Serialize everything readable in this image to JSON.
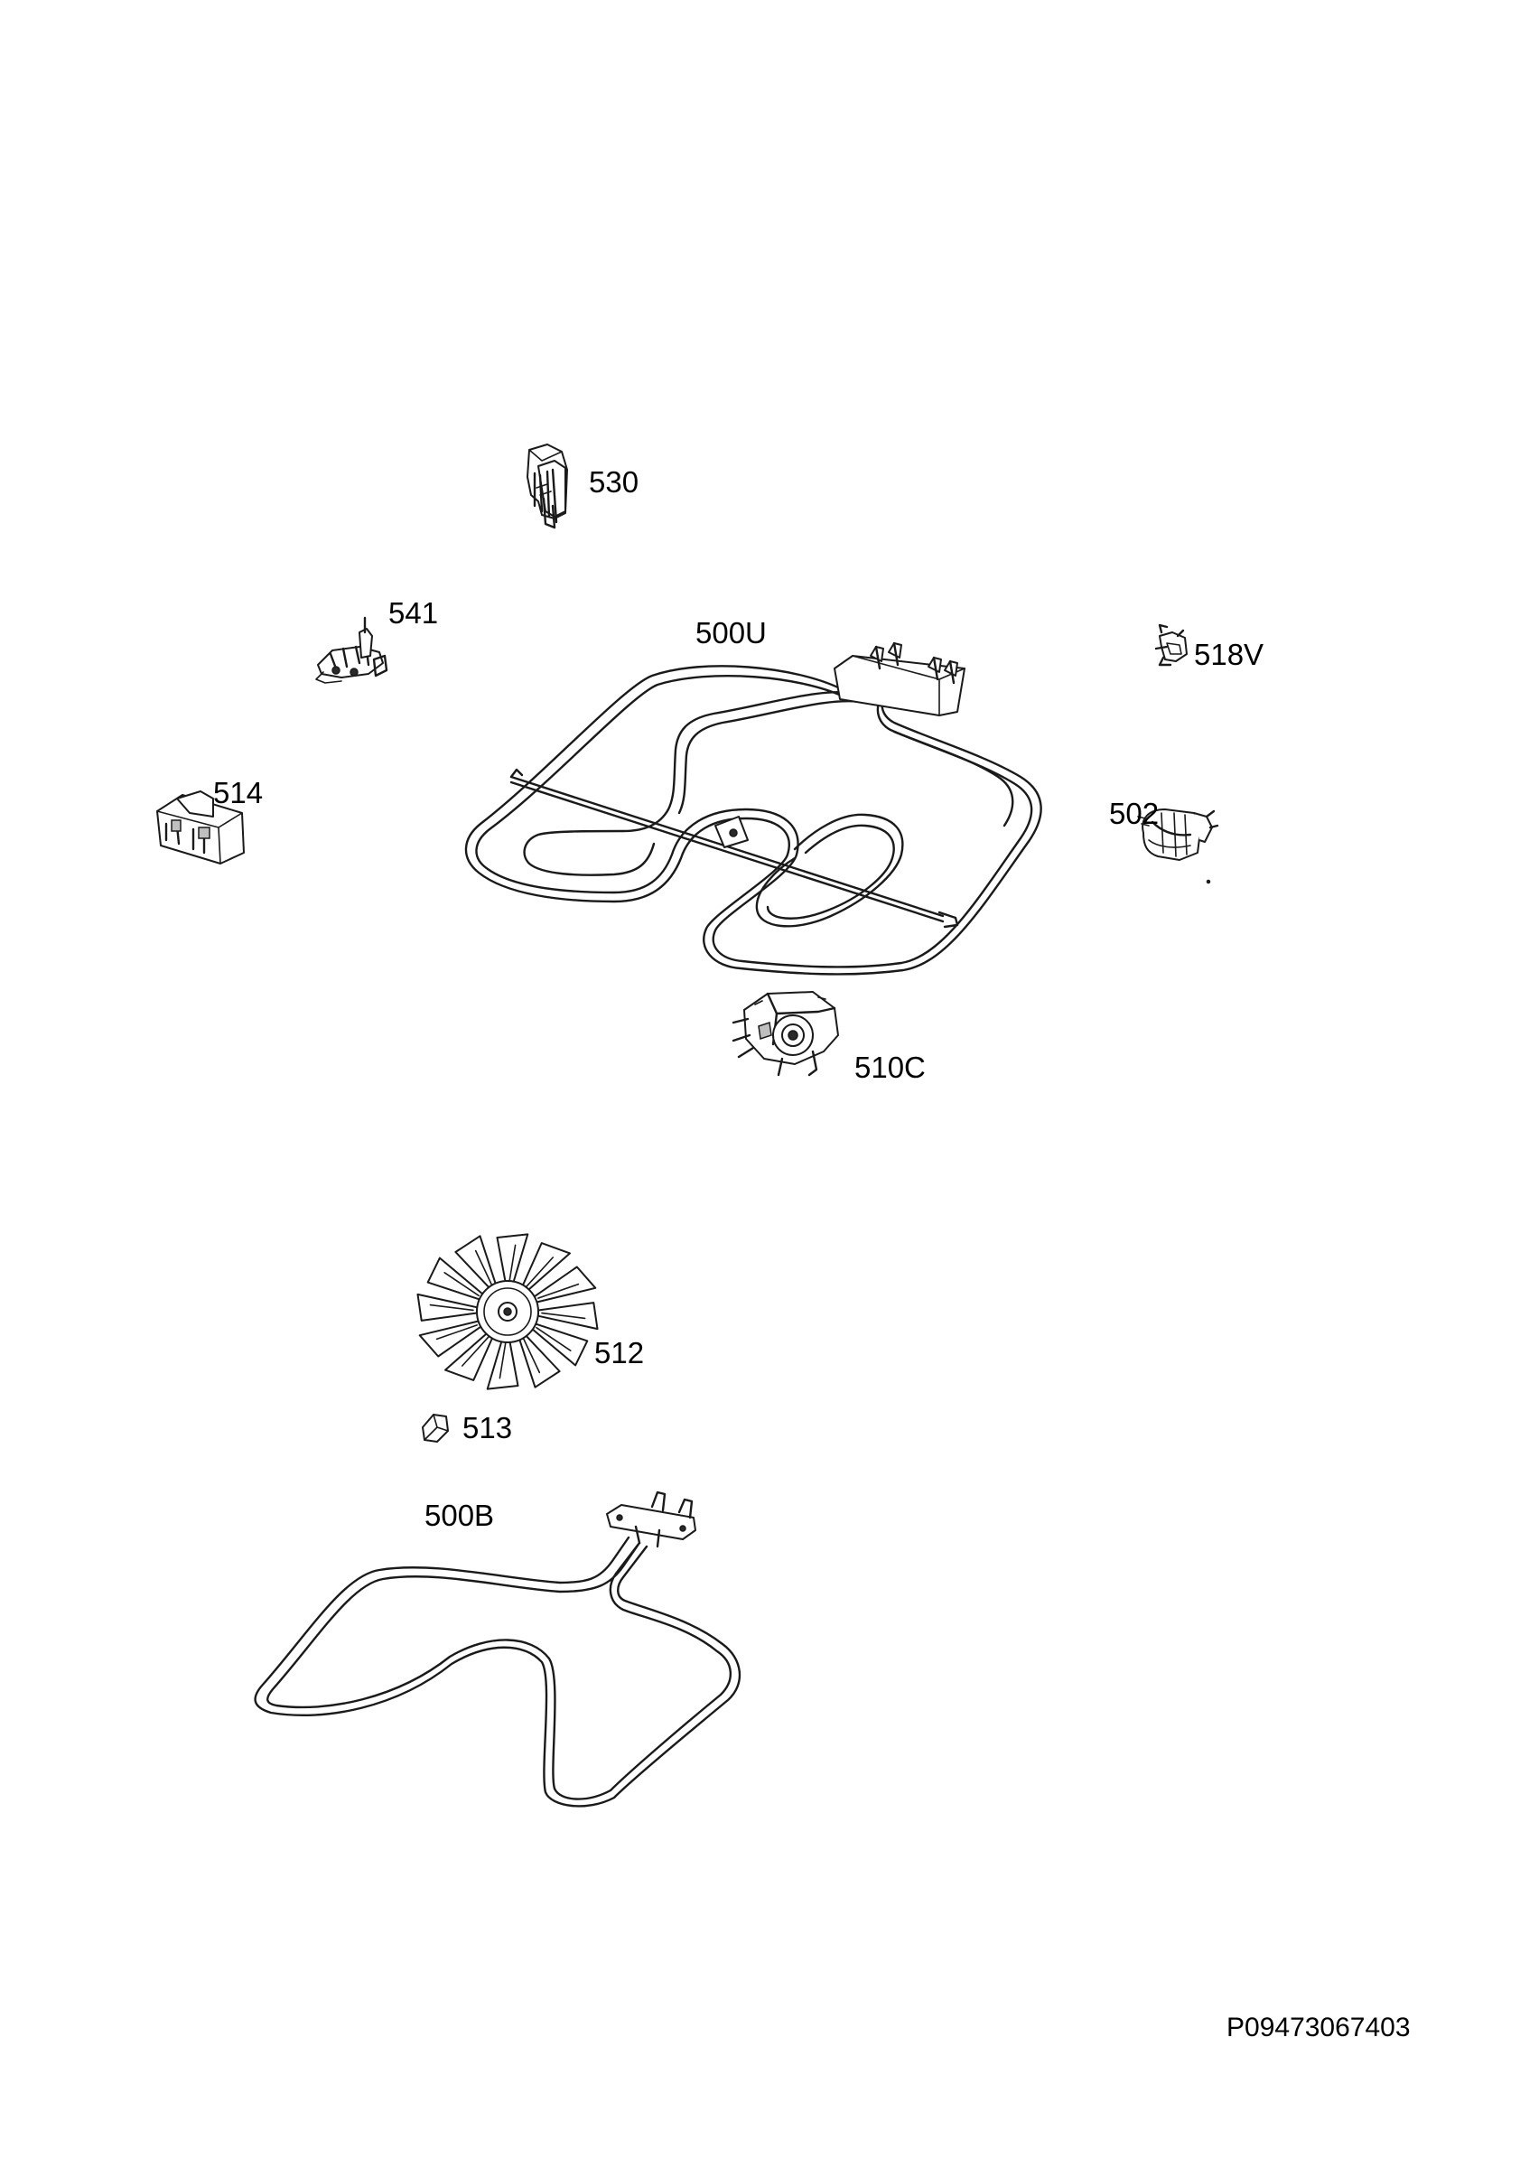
{
  "diagram": {
    "document_id": "P09473067403",
    "parts": [
      {
        "ref": "530",
        "icon": "terminal-block-icon"
      },
      {
        "ref": "541",
        "icon": "terminal-connector-icon"
      },
      {
        "ref": "500U",
        "icon": "upper-heating-element-icon"
      },
      {
        "ref": "518V",
        "icon": "clip-icon"
      },
      {
        "ref": "514",
        "icon": "switch-block-icon"
      },
      {
        "ref": "502",
        "icon": "oven-lamp-icon"
      },
      {
        "ref": "510C",
        "icon": "fan-motor-icon"
      },
      {
        "ref": "512",
        "icon": "fan-blade-icon"
      },
      {
        "ref": "513",
        "icon": "nut-icon"
      },
      {
        "ref": "500B",
        "icon": "lower-heating-element-icon"
      }
    ]
  }
}
